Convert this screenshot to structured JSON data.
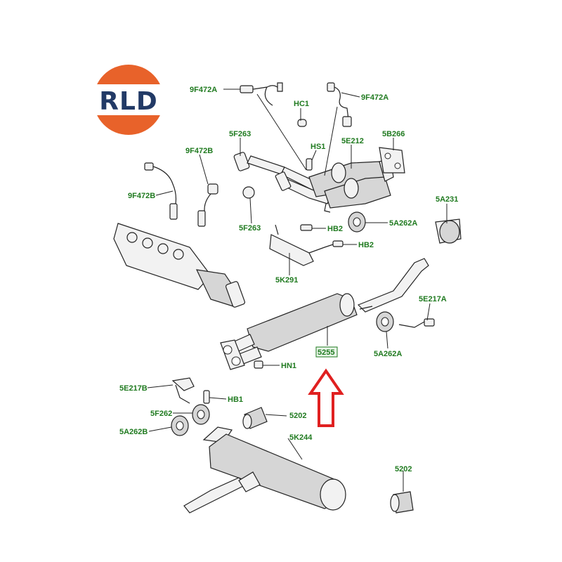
{
  "logo": {
    "text": "RLD",
    "ring_color": "#e8622a",
    "text_color": "#223a66"
  },
  "labels": {
    "l1": "9F472A",
    "l2": "9F472A",
    "l3": "HC1",
    "l4": "5F263",
    "l5": "HS1",
    "l6": "5E212",
    "l7": "5B266",
    "l8": "9F472B",
    "l9": "9F472B",
    "l10": "5F263",
    "l11": "HB2",
    "l12": "HB2",
    "l13": "5A262A",
    "l14": "5A231",
    "l15": "5K291",
    "l16": "5E217A",
    "l17": "5255",
    "l18": "5A262A",
    "l19": "HN1",
    "l20": "5E217B",
    "l21": "HB1",
    "l22": "5F262",
    "l23": "5202",
    "l24": "5A262B",
    "l25": "5K244",
    "l26": "5202"
  },
  "highlight": {
    "part": "5255",
    "arrow_color": "#e02020"
  },
  "label_color": "#1f7a1f"
}
